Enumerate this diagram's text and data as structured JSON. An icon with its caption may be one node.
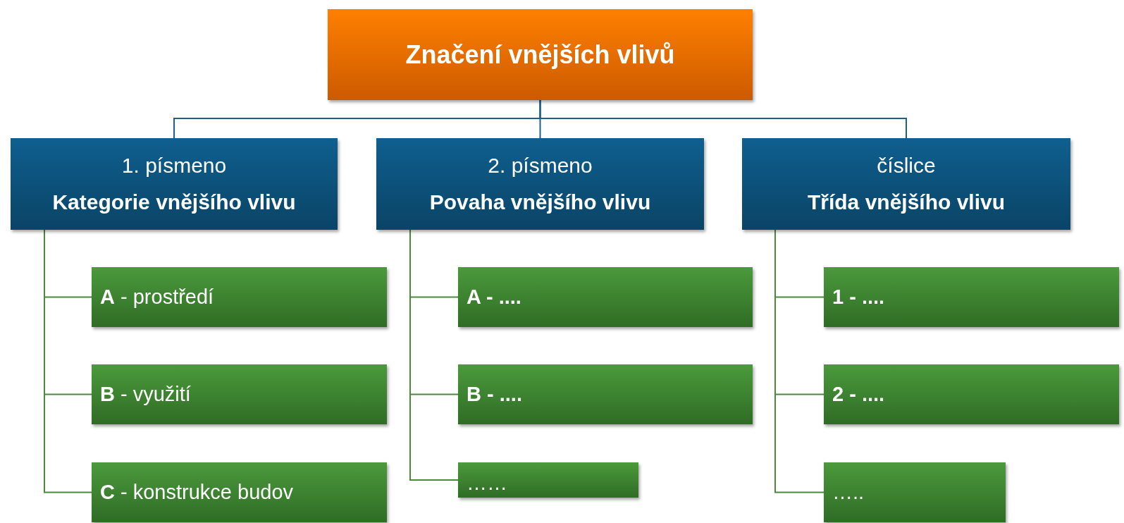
{
  "diagram": {
    "nodes": [
      {
        "text": [
          "Značení vnějších vlivů"
        ]
      },
      {
        "text": [
          "1. písmeno",
          "Kategorie vnějšího vlivu"
        ]
      },
      {
        "text": [
          "2. písmeno",
          "Povaha vnějšího vlivu"
        ]
      },
      {
        "text": [
          "číslice",
          "Třída vnějšího vlivu"
        ]
      },
      {
        "text": [
          "**A** - prostředí"
        ]
      },
      {
        "text": [
          "**B** - využití"
        ]
      },
      {
        "text": [
          "**C** - konstrukce budov"
        ]
      },
      {
        "text": [
          "**A - ....**"
        ]
      },
      {
        "text": [
          "**B - ....**"
        ]
      },
      {
        "text": [
          "……"
        ]
      },
      {
        "text": [
          "**1 - ....**"
        ]
      },
      {
        "text": [
          "**2 - ....**"
        ]
      },
      {
        "text": [
          "….."
        ]
      }
    ],
    "edges": [
      {
        "from": 0,
        "to": 1,
        "arrow": "none",
        "color": "#1f5f8b"
      },
      {
        "from": 0,
        "to": 2,
        "arrow": "none",
        "color": "#1f5f8b"
      },
      {
        "from": 0,
        "to": 3,
        "arrow": "none",
        "color": "#1f5f8b"
      },
      {
        "from": 1,
        "to": 4,
        "arrow": "none"
      },
      {
        "from": 1,
        "to": 5,
        "arrow": "none"
      },
      {
        "from": 1,
        "to": 6,
        "arrow": "none"
      },
      {
        "from": 2,
        "to": 7,
        "arrow": "none"
      },
      {
        "from": 2,
        "to": 8,
        "arrow": "none"
      },
      {
        "from": 2,
        "to": 9,
        "arrow": "none"
      },
      {
        "from": 3,
        "to": 10,
        "arrow": "none"
      },
      {
        "from": 3,
        "to": 11,
        "arrow": "none"
      },
      {
        "from": 3,
        "to": 12,
        "arrow": "none"
      }
    ]
  }
}
